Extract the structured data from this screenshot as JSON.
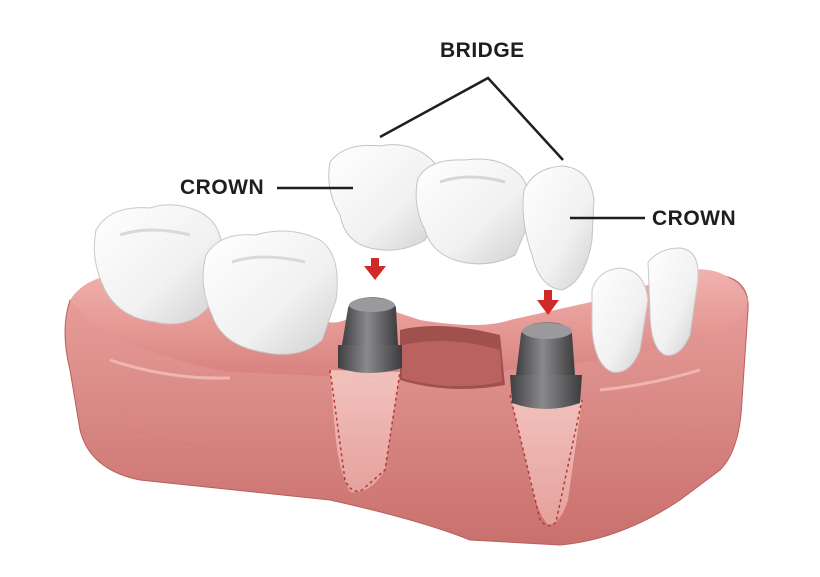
{
  "labels": {
    "bridge": "BRIDGE",
    "crown_left": "CROWN",
    "crown_right": "CROWN"
  },
  "colors": {
    "gum": "#e69a96",
    "gum_dark": "#c96e6c",
    "gum_light": "#f3c0bc",
    "tooth": "#f4f4f4",
    "tooth_shadow": "#cfcfcf",
    "abutment": "#6a6a6c",
    "abutment_dark": "#3c3c3e",
    "arrow": "#cf2a27",
    "line": "#1e1e1e"
  }
}
